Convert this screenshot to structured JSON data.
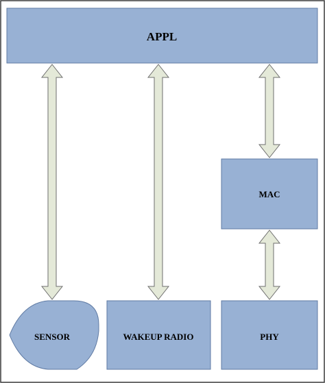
{
  "diagram": {
    "blocks": {
      "appl": "APPL",
      "mac": "MAC",
      "sensor": "SENSOR",
      "wakeup_radio": "WAKEUP RADIO",
      "phy": "PHY"
    },
    "colors": {
      "block_fill": "#98b1d4",
      "block_stroke": "#5f7aa3",
      "arrow_fill": "#e4e9d8",
      "arrow_stroke": "#6e6e6e",
      "frame_stroke": "#3a3a3a"
    }
  }
}
